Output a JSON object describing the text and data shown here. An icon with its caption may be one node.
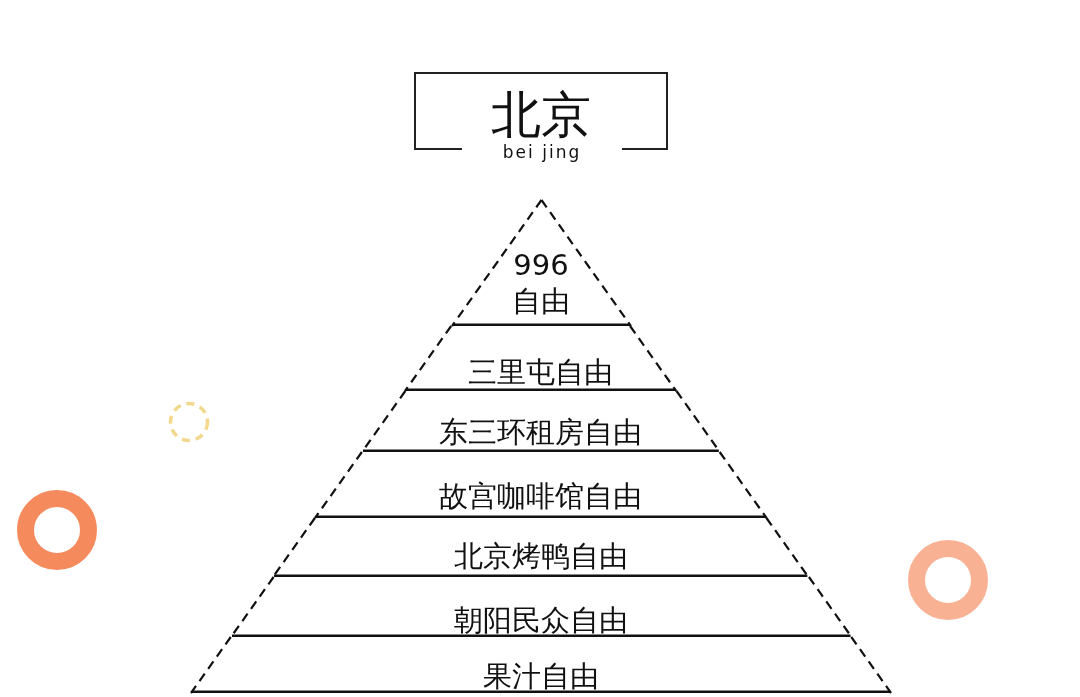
{
  "diagram": {
    "title": "北京",
    "nodes": [
      {
        "text": [
          "996自由"
        ]
      },
      {
        "text": [
          "三里屯自由"
        ]
      },
      {
        "text": [
          "东三环租房自由"
        ]
      },
      {
        "text": [
          "故宫咖啡馆自由"
        ]
      },
      {
        "text": [
          "北京烤鸭自由"
        ]
      },
      {
        "text": [
          "朝阳民众自由"
        ]
      },
      {
        "text": [
          "果汁自由"
        ]
      }
    ],
    "labels": [
      "bei jing"
    ]
  }
}
